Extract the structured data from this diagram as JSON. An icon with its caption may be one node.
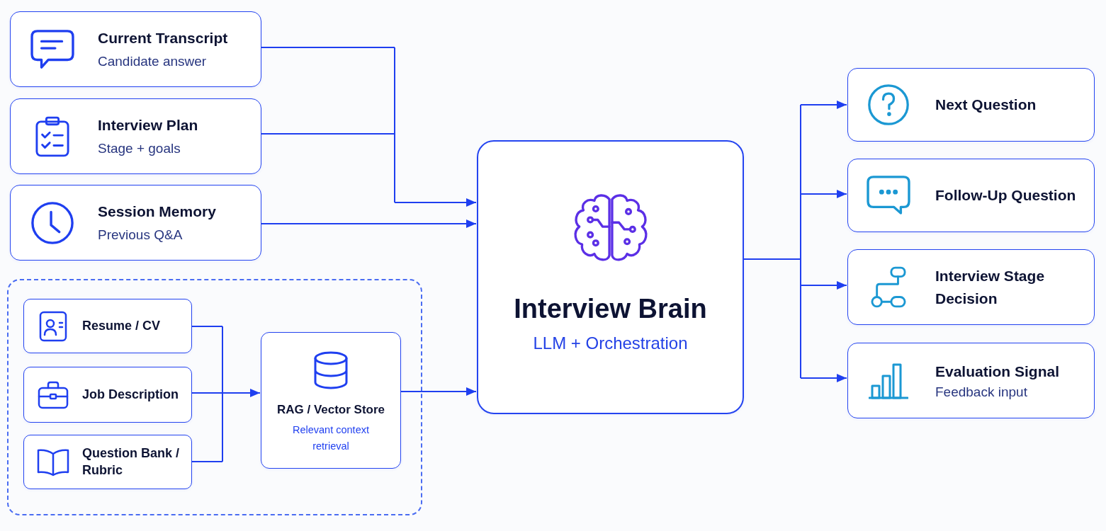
{
  "diagram": {
    "nodes": [
      {
        "text": [
          "Current Transcript",
          "Candidate answer"
        ]
      },
      {
        "text": [
          "Interview Plan",
          "Stage + goals"
        ]
      },
      {
        "text": [
          "Session Memory",
          "Previous Q&A"
        ]
      },
      {
        "text": [],
        "shape": "box"
      },
      {
        "text": [
          "Resume / CV"
        ],
        "in": 3
      },
      {
        "text": [
          "Job Description"
        ],
        "in": 3
      },
      {
        "text": [
          "Question Bank / Rubric"
        ],
        "in": 3
      },
      {
        "text": [
          "RAG / Vector Store",
          "Relevant context retrieval"
        ],
        "in": 3
      },
      {
        "text": [
          "Interview Brain",
          "LLM + Orchestration"
        ]
      },
      {
        "text": [
          "Next Question"
        ]
      },
      {
        "text": [
          "Follow-Up Question"
        ]
      },
      {
        "text": [
          "Interview Stage Decision"
        ]
      },
      {
        "text": [
          "Evaluation Signal",
          "Feedback input"
        ]
      }
    ],
    "edges": [
      {
        "from": 0,
        "to": 8,
        "arrow": "to"
      },
      {
        "from": 1,
        "to": 8,
        "arrow": "to"
      },
      {
        "from": 2,
        "to": 8,
        "arrow": "to"
      },
      {
        "from": 4,
        "to": 7,
        "arrow": "to"
      },
      {
        "from": 5,
        "to": 7,
        "arrow": "to"
      },
      {
        "from": 6,
        "to": 7,
        "arrow": "to"
      },
      {
        "from": 7,
        "to": 8,
        "arrow": "to"
      },
      {
        "from": 8,
        "to": 9,
        "arrow": "to"
      },
      {
        "from": 8,
        "to": 10,
        "arrow": "to"
      },
      {
        "from": 8,
        "to": 11,
        "arrow": "to"
      },
      {
        "from": 8,
        "to": 12,
        "arrow": "to"
      }
    ]
  }
}
